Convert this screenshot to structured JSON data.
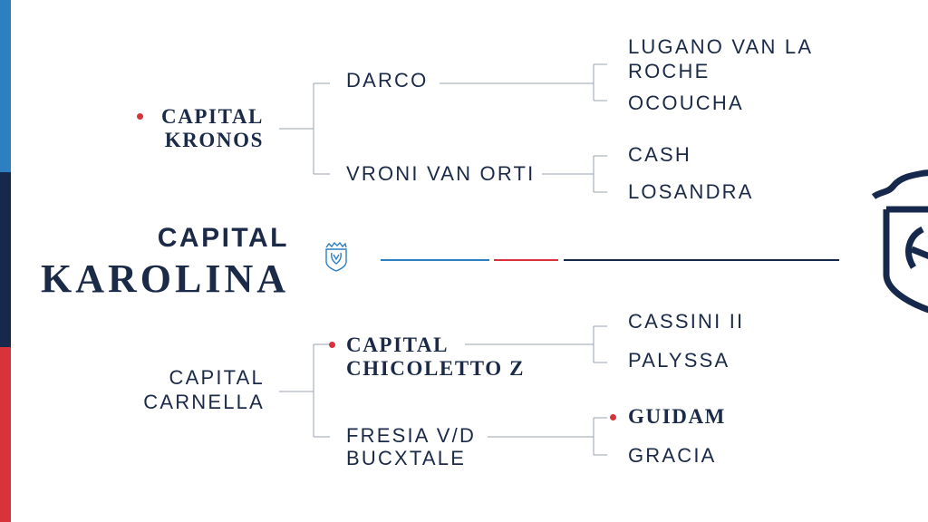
{
  "colors": {
    "blue": "#2d7fc0",
    "navy": "#16284b",
    "red": "#d8323a",
    "line": "#9aa3b2"
  },
  "subject": {
    "first": "CAPITAL",
    "last": "KAROLINA"
  },
  "sire": {
    "name_line1": "CAPITAL",
    "name_line2": "KRONOS",
    "highlighted": true
  },
  "dam": {
    "name_line1": "CAPITAL",
    "name_line2": "CARNELLA"
  },
  "sire_sire": {
    "name": "DARCO"
  },
  "sire_dam": {
    "name": "VRONI VAN ORTI"
  },
  "dam_sire": {
    "name_line1": "CAPITAL",
    "name_line2": "CHICOLETTO Z",
    "highlighted": true
  },
  "dam_dam": {
    "name_line1": "FRESIA V/D",
    "name_line2": "BUCXTALE"
  },
  "ggp": {
    "g1": {
      "line1": "LUGANO VAN LA",
      "line2": "ROCHE"
    },
    "g2": {
      "name": "OCOUCHA"
    },
    "g3": {
      "name": "CASH"
    },
    "g4": {
      "name": "LOSANDRA"
    },
    "g5": {
      "name": "CASSINI II"
    },
    "g6": {
      "name": "PALYSSA"
    },
    "g7": {
      "name": "GUIDAM",
      "highlighted": true
    },
    "g8": {
      "name": "GRACIA"
    }
  },
  "icons": {
    "small_crest": "crest-icon",
    "big_crest": "crest-logo-icon",
    "bullet": "red-dot-icon"
  }
}
